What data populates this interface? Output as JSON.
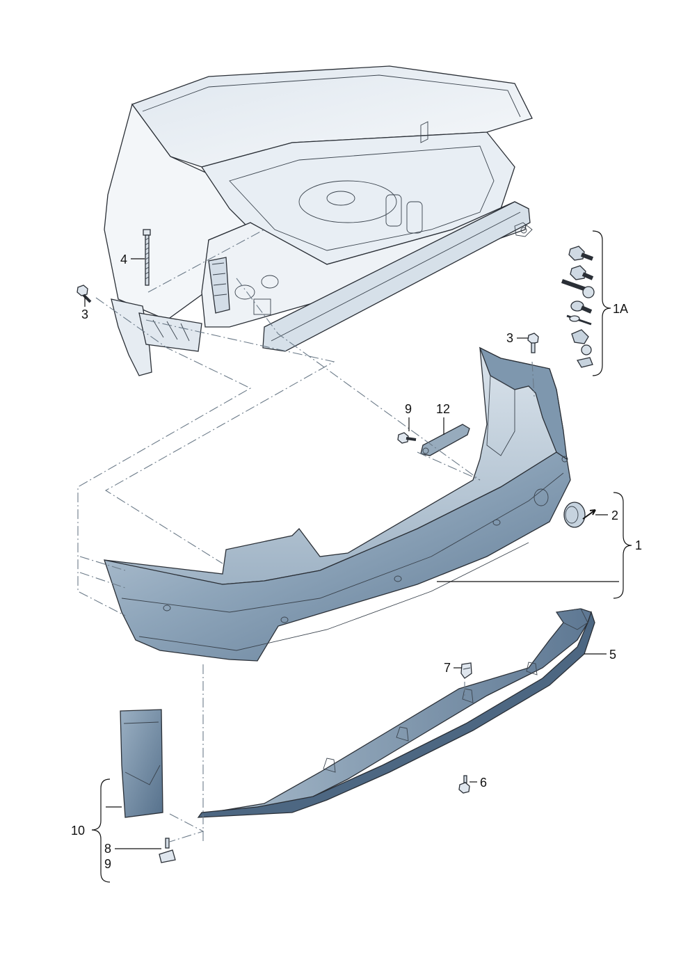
{
  "diagram": {
    "callouts": {
      "p1": "1",
      "p1a": "1A",
      "p2": "2",
      "p3_left": "3",
      "p3_right": "3",
      "p4": "4",
      "p5": "5",
      "p6": "6",
      "p7": "7",
      "p8": "8",
      "p9_top": "9",
      "p9_bottom": "9",
      "p10": "10",
      "p12": "12"
    },
    "colors": {
      "bumper_fill": "#6f8aa3",
      "bumper_light": "#b9c9d8",
      "body_fill": "#eef2f6",
      "body_shade": "#c9d5e0",
      "spoiler_fill": "#7b93aa"
    }
  }
}
